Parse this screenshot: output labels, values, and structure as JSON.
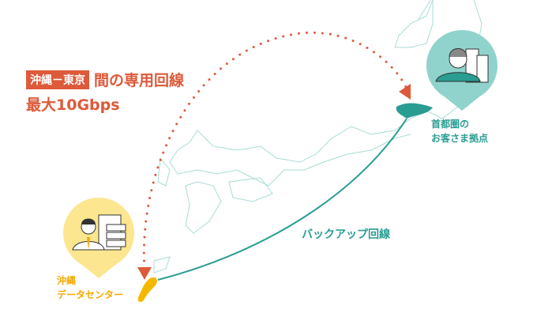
{
  "heading": {
    "tag": "沖縄－東京",
    "title": "間の専用回線",
    "subtitle": "最大10Gbps"
  },
  "tokyo": {
    "line1": "首都圏の",
    "line2": "お客さま拠点"
  },
  "okinawa": {
    "line1": "沖縄",
    "line2": "データセンター"
  },
  "backup_label": "バックアップ回線",
  "colors": {
    "accent": "#dd5a3a",
    "teal": "#2a9d93",
    "yellow": "#f5a800",
    "map": "#9fd8d2"
  }
}
